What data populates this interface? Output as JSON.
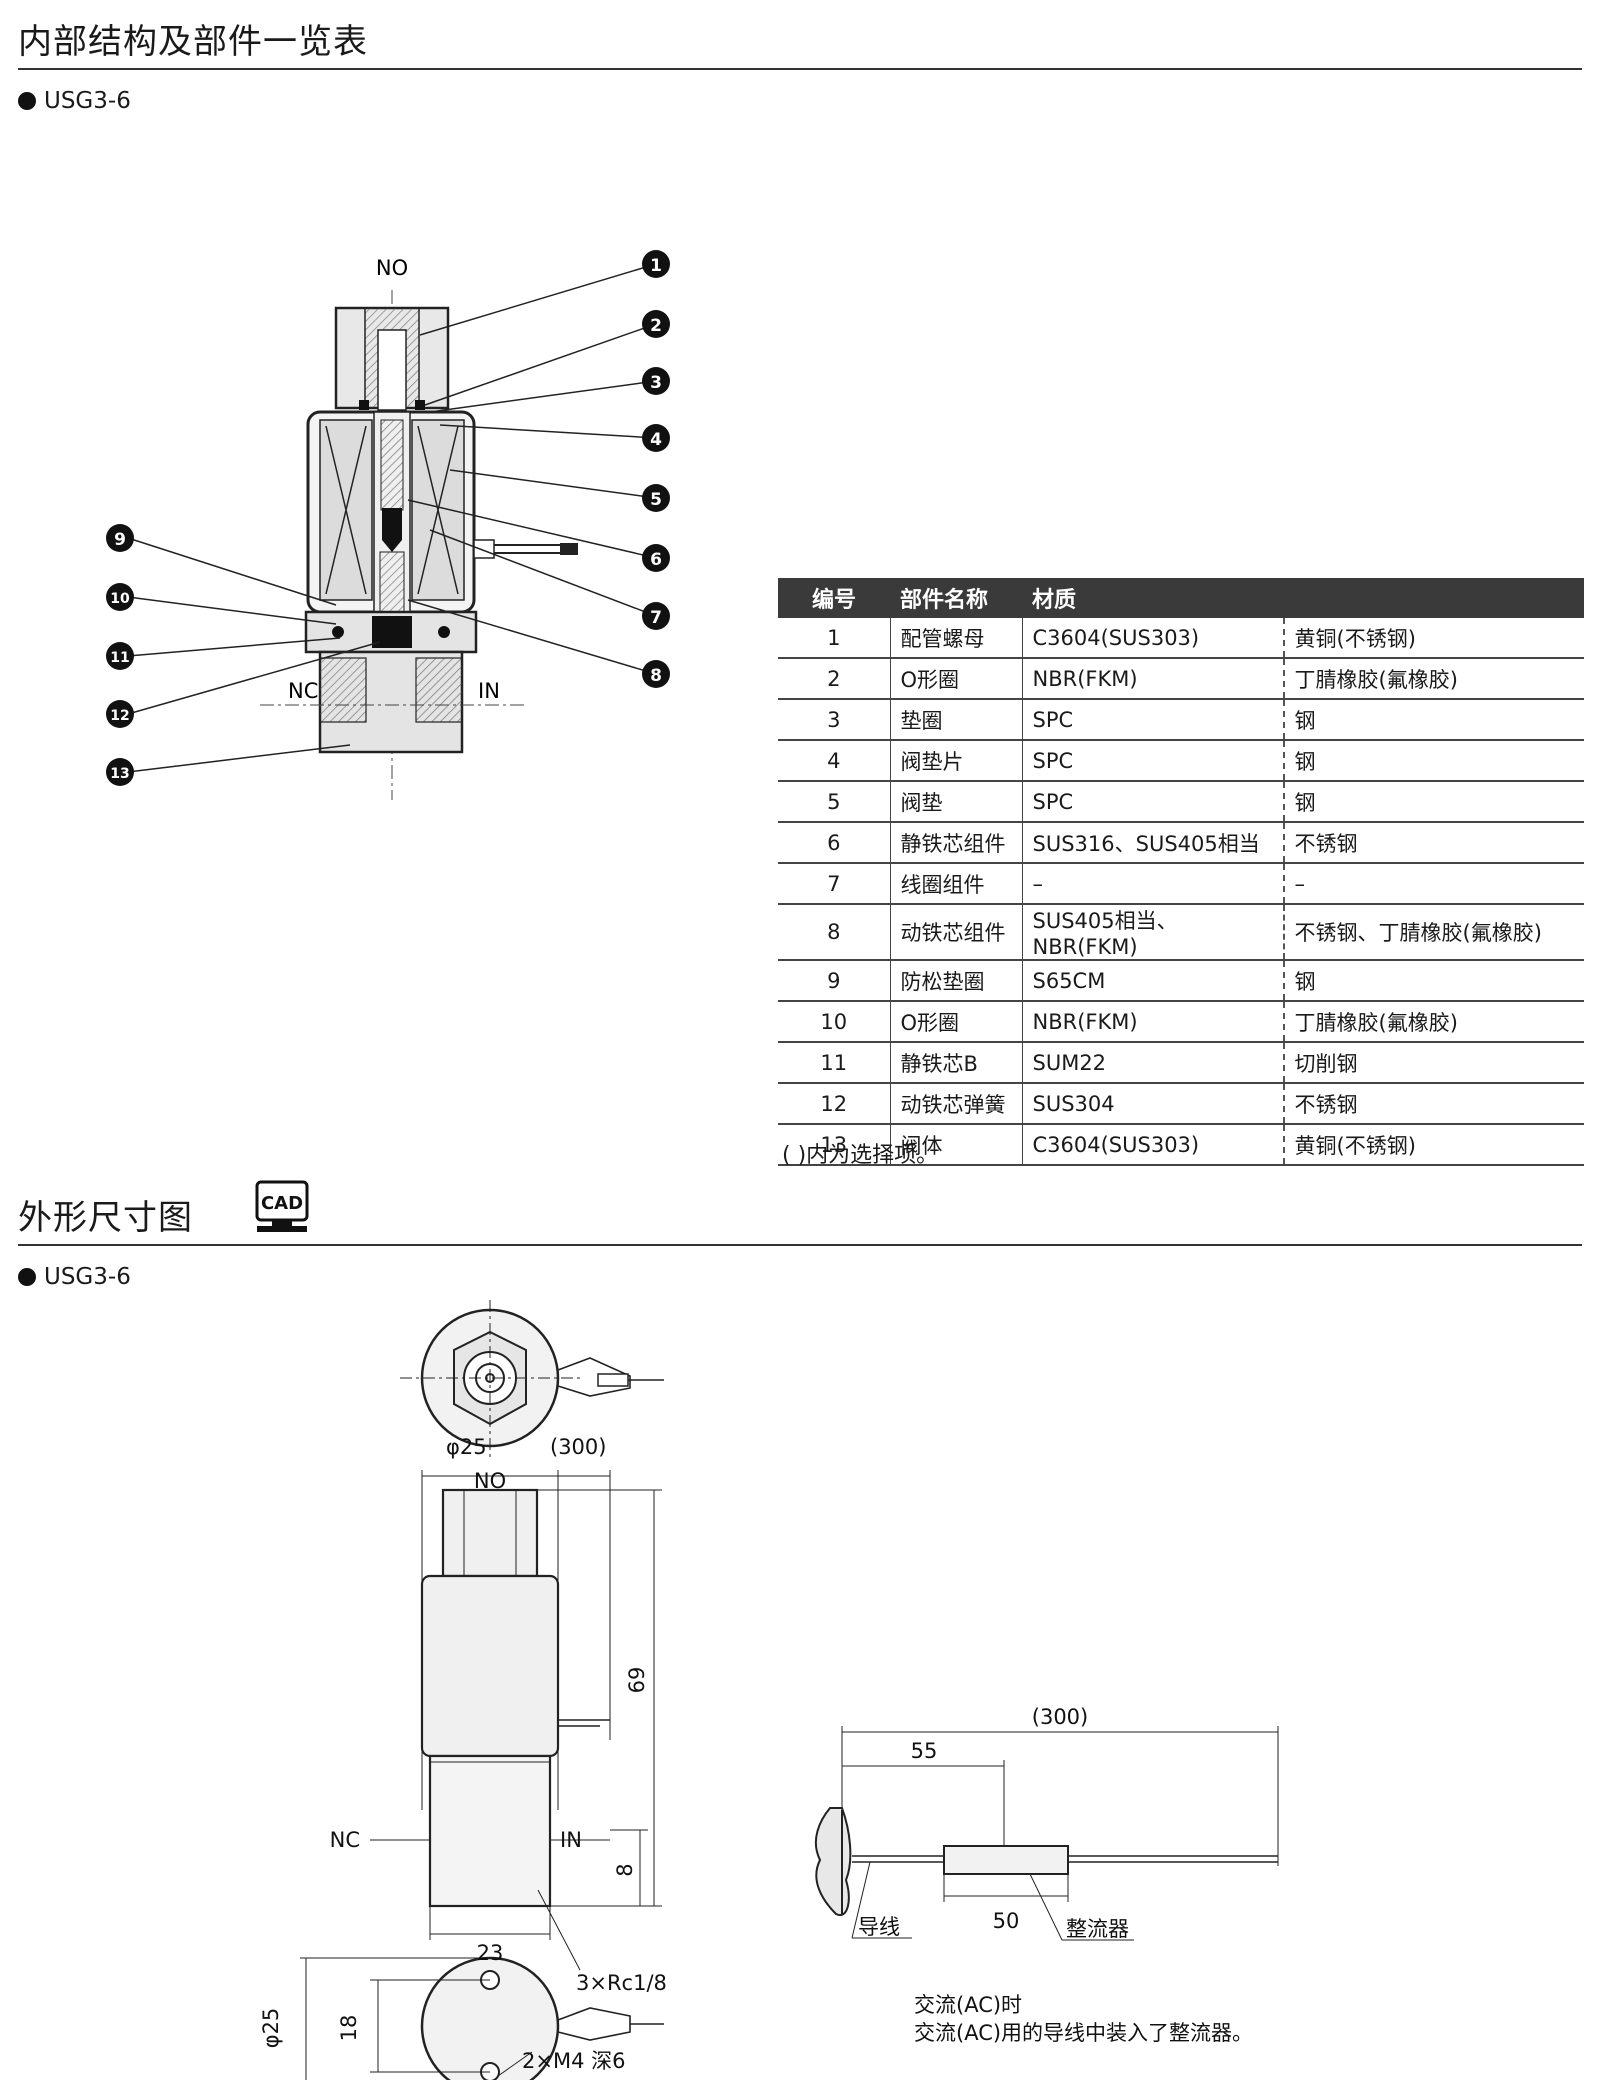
{
  "section1": {
    "title": "内部结构及部件一览表",
    "model": "USG3-6",
    "diagram": {
      "no_label": "NO",
      "nc_label": "NC",
      "in_label": "IN",
      "callouts": [
        "1",
        "2",
        "3",
        "4",
        "5",
        "6",
        "7",
        "8",
        "9",
        "10",
        "11",
        "12",
        "13"
      ]
    },
    "table": {
      "headers": [
        "编号",
        "部件名称",
        "材质"
      ],
      "rows": [
        {
          "no": "1",
          "name": "配管螺母",
          "mat": "C3604(SUS303)",
          "mat_cn": "黄铜(不锈钢)"
        },
        {
          "no": "2",
          "name": "O形圈",
          "mat": "NBR(FKM)",
          "mat_cn": "丁腈橡胶(氟橡胶)"
        },
        {
          "no": "3",
          "name": "垫圈",
          "mat": "SPC",
          "mat_cn": "钢"
        },
        {
          "no": "4",
          "name": "阀垫片",
          "mat": "SPC",
          "mat_cn": "钢"
        },
        {
          "no": "5",
          "name": "阀垫",
          "mat": "SPC",
          "mat_cn": "钢"
        },
        {
          "no": "6",
          "name": "静铁芯组件",
          "mat": "SUS316、SUS405相当",
          "mat_cn": "不锈钢"
        },
        {
          "no": "7",
          "name": "线圈组件",
          "mat": "–",
          "mat_cn": "–"
        },
        {
          "no": "8",
          "name": "动铁芯组件",
          "mat": "SUS405相当、NBR(FKM)",
          "mat_cn": "不锈钢、丁腈橡胶(氟橡胶)"
        },
        {
          "no": "9",
          "name": "防松垫圈",
          "mat": "S65CM",
          "mat_cn": "钢"
        },
        {
          "no": "10",
          "name": "O形圈",
          "mat": "NBR(FKM)",
          "mat_cn": "丁腈橡胶(氟橡胶)"
        },
        {
          "no": "11",
          "name": "静铁芯B",
          "mat": "SUM22",
          "mat_cn": "切削钢"
        },
        {
          "no": "12",
          "name": "动铁芯弹簧",
          "mat": "SUS304",
          "mat_cn": "不锈钢"
        },
        {
          "no": "13",
          "name": "阀体",
          "mat": "C3604(SUS303)",
          "mat_cn": "黄铜(不锈钢)"
        }
      ],
      "note": "(  )内为选择项。"
    }
  },
  "section2": {
    "title": "外形尺寸图",
    "cad_label": "CAD",
    "model": "USG3-6",
    "dims": {
      "phi25": "φ25",
      "lead300": "(300)",
      "no_label": "NO",
      "h69": "69",
      "nc_label": "NC",
      "in_label": "IN",
      "h8": "8",
      "w23": "23",
      "port": "3×Rc1/8",
      "bottom_phi25": "φ25",
      "d18": "18",
      "mount": "2×M4 深6"
    },
    "lead": {
      "len300": "(300)",
      "len55": "55",
      "len50": "50",
      "wire_label": "导线",
      "rectifier_label": "整流器",
      "note_line1": "交流(AC)时",
      "note_line2": "交流(AC)用的导线中装入了整流器。"
    }
  }
}
